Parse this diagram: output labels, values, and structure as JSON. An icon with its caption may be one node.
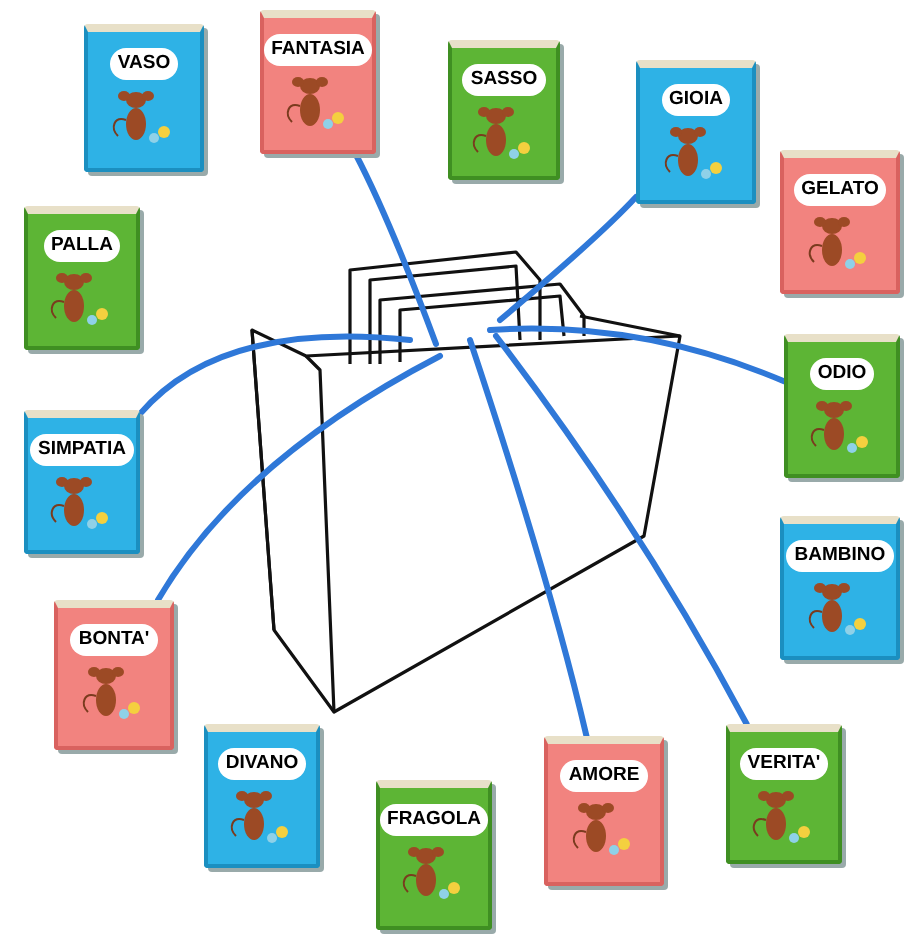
{
  "diagram": {
    "nodes": [
      {
        "text": [],
        "shape": "picture"
      },
      {
        "text": [
          "VASO"
        ]
      },
      {
        "text": [
          "FANTASIA"
        ]
      },
      {
        "text": [
          "SASSO"
        ]
      },
      {
        "text": [
          "GIOIA"
        ]
      },
      {
        "text": [
          "GELATO"
        ]
      },
      {
        "text": [
          "PALLA"
        ]
      },
      {
        "text": [
          "ODIO"
        ]
      },
      {
        "text": [
          "SIMPATIA"
        ]
      },
      {
        "text": [
          "BAMBINO"
        ]
      },
      {
        "text": [
          "BONTA'"
        ]
      },
      {
        "text": [
          "DIVANO"
        ]
      },
      {
        "text": [
          "FRAGOLA"
        ]
      },
      {
        "text": [
          "AMORE"
        ]
      },
      {
        "text": [
          "VERITA'"
        ]
      }
    ],
    "edges": [
      {
        "from": 0,
        "to": 2,
        "arrow": "none"
      },
      {
        "from": 0,
        "to": 4,
        "arrow": "none"
      },
      {
        "from": 0,
        "to": 8,
        "arrow": "none"
      },
      {
        "from": 0,
        "to": 10,
        "arrow": "none"
      },
      {
        "from": 0,
        "to": 7,
        "arrow": "none"
      },
      {
        "from": 0,
        "to": 13,
        "arrow": "none"
      },
      {
        "from": 0,
        "to": 14,
        "arrow": "none"
      }
    ]
  }
}
